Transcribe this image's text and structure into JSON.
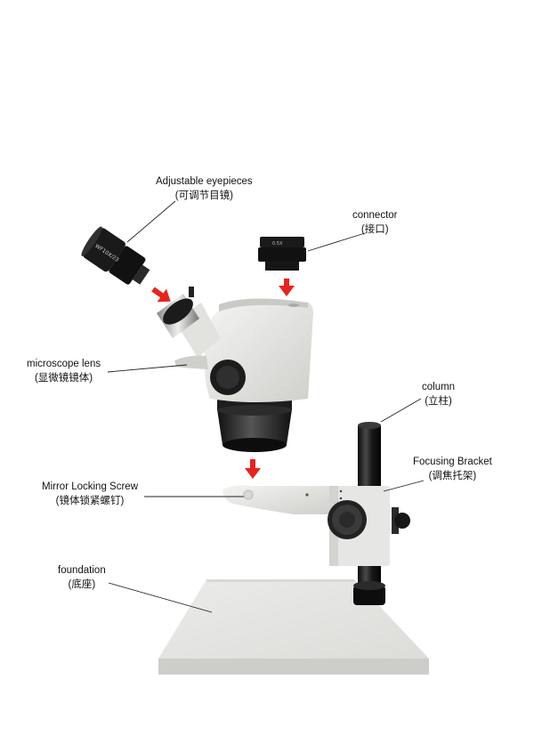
{
  "labels": {
    "eyepieces": {
      "en": "Adjustable eyepieces",
      "zh": "(可调节目镜)"
    },
    "connector": {
      "en": "connector",
      "zh": "(接口)"
    },
    "lens": {
      "en": "microscope lens",
      "zh": "(显微镜镜体)"
    },
    "column": {
      "en": "column",
      "zh": "(立柱)"
    },
    "focusing_bracket": {
      "en": "Focusing Bracket",
      "zh": "(调焦托架)"
    },
    "locking_screw": {
      "en": "Mirror Locking Screw",
      "zh": "(镜体锁紧螺钉)"
    },
    "foundation": {
      "en": "foundation",
      "zh": "(底座)"
    }
  },
  "colors": {
    "arrow": "#e8231e",
    "body": "#e9e9e7",
    "dark": "#1a1a1a"
  }
}
